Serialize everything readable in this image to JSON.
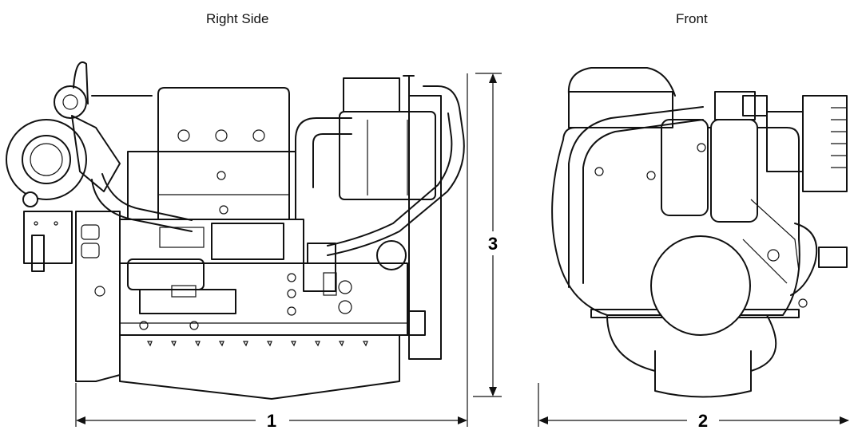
{
  "views": {
    "right_side_title": "Right Side",
    "front_title": "Front"
  },
  "dimensions": {
    "length_label": "1",
    "width_label": "2",
    "height_label": "3"
  },
  "colors": {
    "line": "#111111",
    "background": "#ffffff"
  }
}
